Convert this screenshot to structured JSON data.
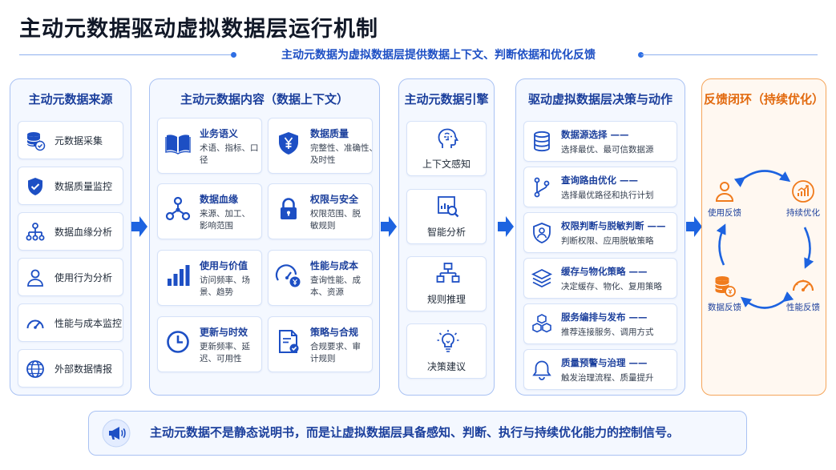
{
  "title": "主动元数据驱动虚拟数据层运行机制",
  "subtitle": "主动元数据为虚拟数据层提供数据上下文、判断依据和优化反馈",
  "colors": {
    "primary": "#2f6fe4",
    "dark_blue": "#1b3f9c",
    "orange": "#f07b1d"
  },
  "sources": {
    "title": "主动元数据来源",
    "items": [
      {
        "label": "元数据采集",
        "icon": "database-check-icon"
      },
      {
        "label": "数据质量监控",
        "icon": "shield-check-icon"
      },
      {
        "label": "数据血缘分析",
        "icon": "hierarchy-icon"
      },
      {
        "label": "使用行为分析",
        "icon": "user-icon"
      },
      {
        "label": "性能与成本监控",
        "icon": "gauge-icon"
      },
      {
        "label": "外部数据情报",
        "icon": "globe-icon"
      }
    ]
  },
  "content": {
    "title": "主动元数据内容（数据上下文）",
    "items": [
      {
        "title": "业务语义",
        "desc": "术语、指标、口径",
        "icon": "book-icon"
      },
      {
        "title": "数据质量",
        "desc": "完整性、准确性、及时性",
        "icon": "shield-yen-icon"
      },
      {
        "title": "数据血缘",
        "desc": "来源、加工、影响范围",
        "icon": "lineage-icon"
      },
      {
        "title": "权限与安全",
        "desc": "权限范围、脱敏规则",
        "icon": "lock-icon"
      },
      {
        "title": "使用与价值",
        "desc": "访问频率、场景、趋势",
        "icon": "bar-chart-icon"
      },
      {
        "title": "性能与成本",
        "desc": "查询性能、成本、资源",
        "icon": "gauge-coin-icon"
      },
      {
        "title": "更新与时效",
        "desc": "更新频率、延迟、可用性",
        "icon": "clock-icon"
      },
      {
        "title": "策略与合规",
        "desc": "合规要求、审计规则",
        "icon": "document-check-icon"
      }
    ]
  },
  "engine": {
    "title": "主动元数据引擎",
    "items": [
      {
        "label": "上下文感知",
        "icon": "head-brain-icon"
      },
      {
        "label": "智能分析",
        "icon": "chart-search-icon"
      },
      {
        "label": "规则推理",
        "icon": "flowchart-icon"
      },
      {
        "label": "决策建议",
        "icon": "lightbulb-icon"
      }
    ]
  },
  "decisions": {
    "title": "驱动虚拟数据层决策与动作",
    "items": [
      {
        "title": "数据源选择 ——",
        "desc": "选择最优、最可信数据源",
        "icon": "database-icon"
      },
      {
        "title": "查询路由优化 ——",
        "desc": "选择最优路径和执行计划",
        "icon": "route-icon"
      },
      {
        "title": "权限判断与脱敏判断 ——",
        "desc": "判断权限、应用脱敏策略",
        "icon": "shield-user-icon"
      },
      {
        "title": "缓存与物化策略 ——",
        "desc": "决定缓存、物化、复用策略",
        "icon": "layers-icon"
      },
      {
        "title": "服务编排与发布 ——",
        "desc": "推荐连接服务、调用方式",
        "icon": "cubes-icon"
      },
      {
        "title": "质量预警与治理 ——",
        "desc": "触发治理流程、质量提升",
        "icon": "bell-icon"
      }
    ]
  },
  "feedback": {
    "title": "反馈闭环（持续优化）",
    "items": [
      {
        "label": "使用反馈",
        "icon": "user-feedback-icon"
      },
      {
        "label": "持续优化",
        "icon": "growth-chart-icon"
      },
      {
        "label": "数据反馈",
        "icon": "database-coin-icon"
      },
      {
        "label": "性能反馈",
        "icon": "speedometer-icon"
      }
    ]
  },
  "footer": {
    "text": "主动元数据不是静态说明书，而是让虚拟数据层具备感知、判断、执行与持续优化能力的控制信号。",
    "icon": "megaphone-icon"
  }
}
